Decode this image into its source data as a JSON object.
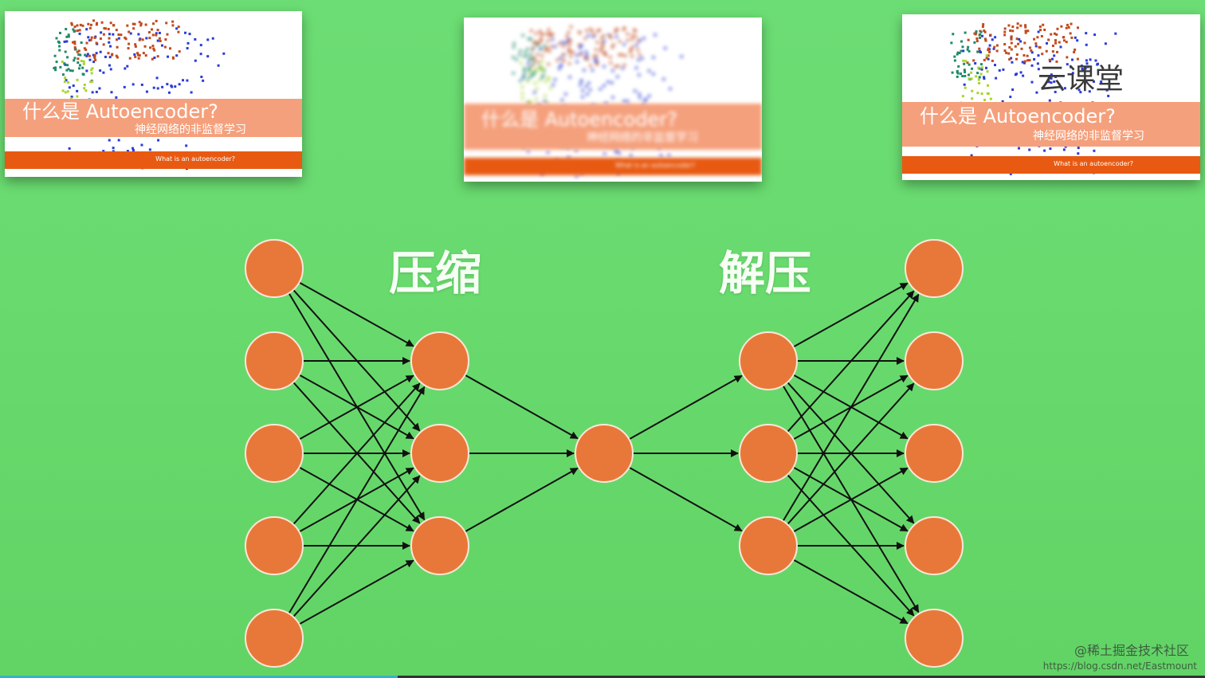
{
  "thumbnails": [
    {
      "title": "什么是 Autoencoder?",
      "subtitle": "神经网络的非监督学习",
      "caption": "What is an autoencoder?",
      "logo": ""
    },
    {
      "title": "什么是 Autoencoder?",
      "subtitle": "神经网络的非监督学习",
      "caption": "What is an autoencoder?",
      "logo": ""
    },
    {
      "title": "什么是 Autoencoder?",
      "subtitle": "神经网络的非监督学习",
      "caption": "What is an autoencoder?",
      "logo": "云课堂"
    }
  ],
  "diagram": {
    "compress_label": "压缩",
    "decompress_label": "解压",
    "layers": [
      5,
      3,
      1,
      3,
      5
    ],
    "node_color": "#e8783a",
    "node_stroke": "#ffe6d8",
    "edge_color": "#111111"
  },
  "watermark": {
    "line1": "@稀土掘金技术社区",
    "line2": "https://blog.csdn.net/Eastmount"
  },
  "colors": {
    "background": "#68da6e",
    "band": "#f5a07c",
    "bar": "#e85a12",
    "progress": "#34b3c8"
  },
  "progress": {
    "value": 0.33
  }
}
